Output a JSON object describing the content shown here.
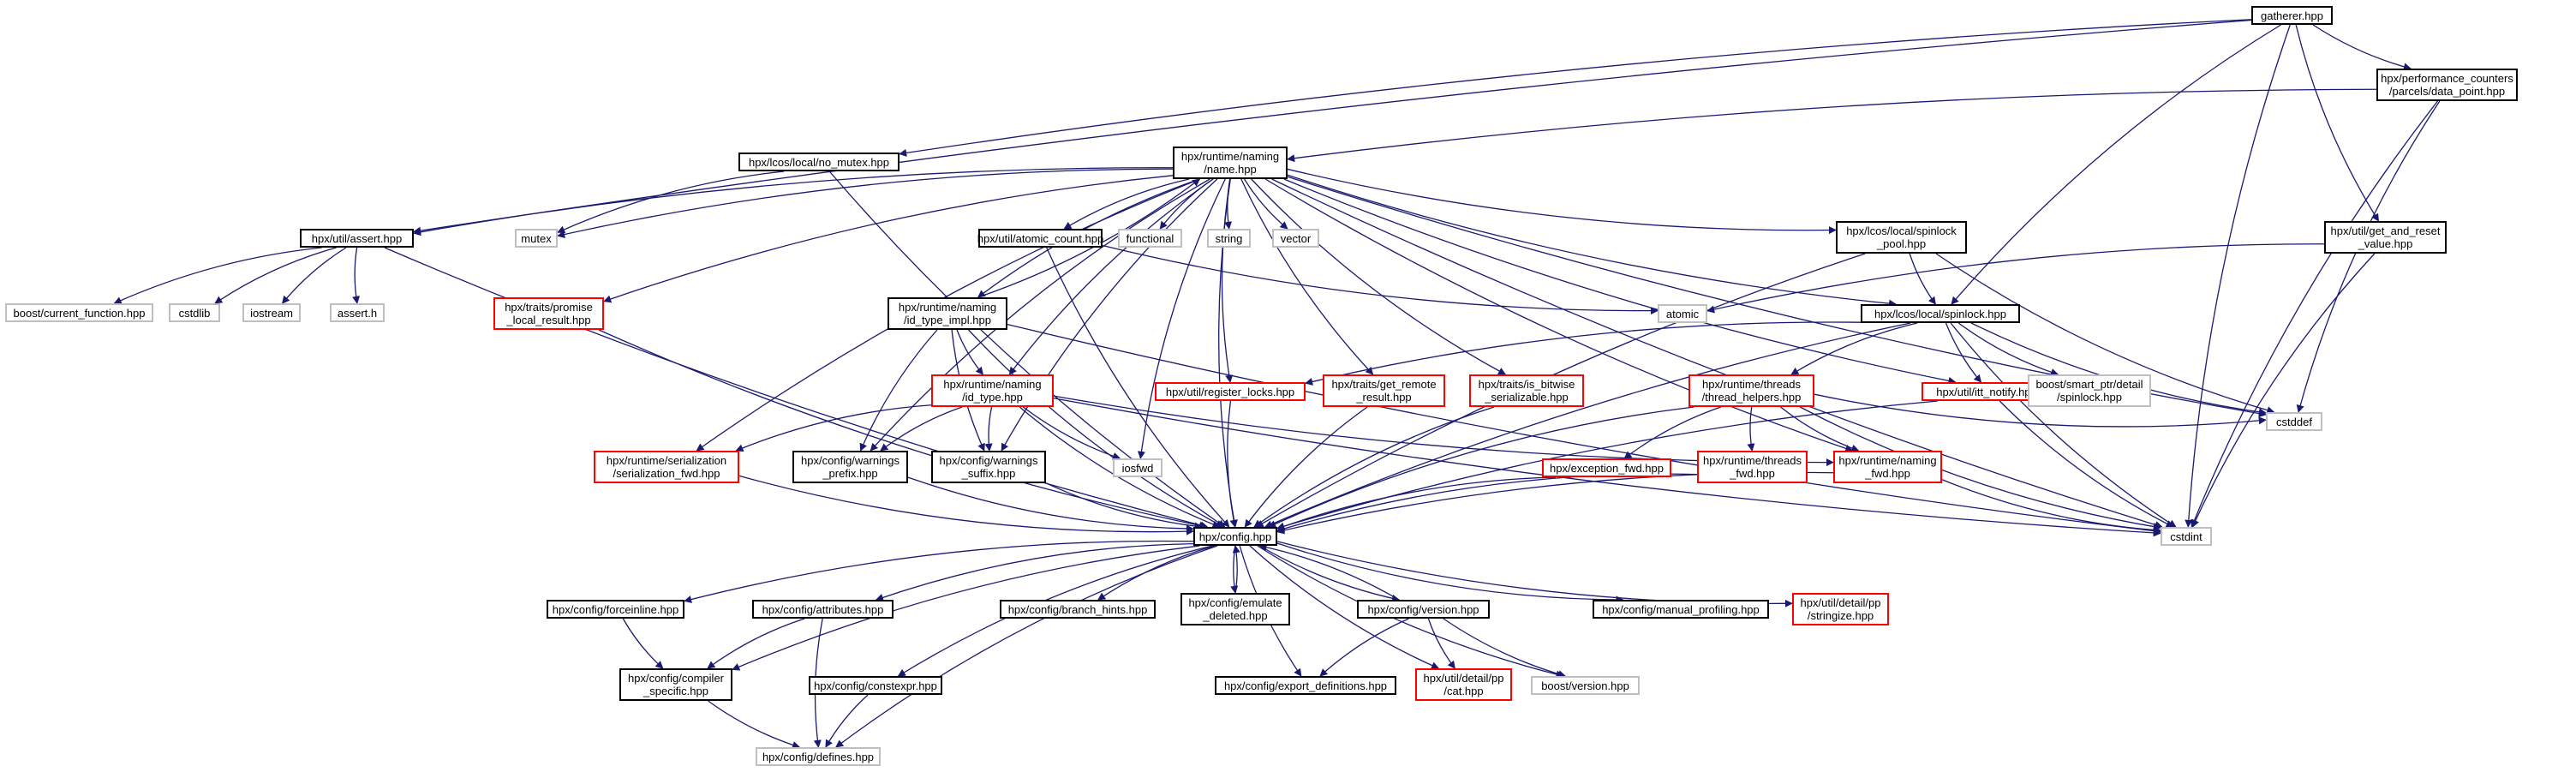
{
  "graph": {
    "edge_color": "#191970",
    "node_styles": {
      "root": {
        "fill": "#bfbfbf",
        "border": "#404040"
      },
      "documented": {
        "border": "#000000"
      },
      "undocumented": {
        "border": "#ff0000"
      },
      "external": {
        "border": "#bfbfbf"
      }
    },
    "nodes": [
      {
        "id": "gatherer",
        "label": "gatherer.hpp",
        "style": "root"
      },
      {
        "id": "data_point",
        "label": "hpx/performance_counters\n/parcels/data_point.hpp",
        "style": "documented"
      },
      {
        "id": "no_mutex",
        "label": "hpx/lcos/local/no_mutex.hpp",
        "style": "documented"
      },
      {
        "id": "name",
        "label": "hpx/runtime/naming\n/name.hpp",
        "style": "documented"
      },
      {
        "id": "assert",
        "label": "hpx/util/assert.hpp",
        "style": "documented"
      },
      {
        "id": "mutex",
        "label": "mutex",
        "style": "external"
      },
      {
        "id": "atomic_count",
        "label": "hpx/util/atomic_count.hpp",
        "style": "documented"
      },
      {
        "id": "functional",
        "label": "functional",
        "style": "external"
      },
      {
        "id": "string",
        "label": "string",
        "style": "external"
      },
      {
        "id": "vector",
        "label": "vector",
        "style": "external"
      },
      {
        "id": "spinlock_pool",
        "label": "hpx/lcos/local/spinlock\n_pool.hpp",
        "style": "documented"
      },
      {
        "id": "get_and_reset",
        "label": "hpx/util/get_and_reset\n_value.hpp",
        "style": "documented"
      },
      {
        "id": "current_function",
        "label": "boost/current_function.hpp",
        "style": "external"
      },
      {
        "id": "cstdlib",
        "label": "cstdlib",
        "style": "external"
      },
      {
        "id": "iostream",
        "label": "iostream",
        "style": "external"
      },
      {
        "id": "assert_h",
        "label": "assert.h",
        "style": "external"
      },
      {
        "id": "promise_local",
        "label": "hpx/traits/promise\n_local_result.hpp",
        "style": "undocumented"
      },
      {
        "id": "id_type_impl",
        "label": "hpx/runtime/naming\n/id_type_impl.hpp",
        "style": "documented"
      },
      {
        "id": "atomic",
        "label": "atomic",
        "style": "external"
      },
      {
        "id": "spinlock",
        "label": "hpx/lcos/local/spinlock.hpp",
        "style": "documented"
      },
      {
        "id": "id_type",
        "label": "hpx/runtime/naming\n/id_type.hpp",
        "style": "undocumented"
      },
      {
        "id": "register_locks",
        "label": "hpx/util/register_locks.hpp",
        "style": "undocumented"
      },
      {
        "id": "get_remote",
        "label": "hpx/traits/get_remote\n_result.hpp",
        "style": "undocumented"
      },
      {
        "id": "is_bitwise",
        "label": "hpx/traits/is_bitwise\n_serializable.hpp",
        "style": "undocumented"
      },
      {
        "id": "thread_helpers",
        "label": "hpx/runtime/threads\n/thread_helpers.hpp",
        "style": "undocumented"
      },
      {
        "id": "itt_notify",
        "label": "hpx/util/itt_notify.hpp",
        "style": "undocumented"
      },
      {
        "id": "boost_spinlock",
        "label": "boost/smart_ptr/detail\n/spinlock.hpp",
        "style": "external"
      },
      {
        "id": "cstddef",
        "label": "cstddef",
        "style": "external"
      },
      {
        "id": "serialization_fwd",
        "label": "hpx/runtime/serialization\n/serialization_fwd.hpp",
        "style": "undocumented"
      },
      {
        "id": "warnings_prefix",
        "label": "hpx/config/warnings\n_prefix.hpp",
        "style": "documented"
      },
      {
        "id": "warnings_suffix",
        "label": "hpx/config/warnings\n_suffix.hpp",
        "style": "documented"
      },
      {
        "id": "iosfwd",
        "label": "iosfwd",
        "style": "external"
      },
      {
        "id": "exception_fwd",
        "label": "hpx/exception_fwd.hpp",
        "style": "undocumented"
      },
      {
        "id": "threads_fwd",
        "label": "hpx/runtime/threads\n_fwd.hpp",
        "style": "undocumented"
      },
      {
        "id": "naming_fwd",
        "label": "hpx/runtime/naming\n_fwd.hpp",
        "style": "undocumented"
      },
      {
        "id": "cstdint",
        "label": "cstdint",
        "style": "external"
      },
      {
        "id": "config",
        "label": "hpx/config.hpp",
        "style": "documented"
      },
      {
        "id": "forceinline",
        "label": "hpx/config/forceinline.hpp",
        "style": "documented"
      },
      {
        "id": "attributes",
        "label": "hpx/config/attributes.hpp",
        "style": "documented"
      },
      {
        "id": "branch_hints",
        "label": "hpx/config/branch_hints.hpp",
        "style": "documented"
      },
      {
        "id": "emulate_deleted",
        "label": "hpx/config/emulate\n_deleted.hpp",
        "style": "documented"
      },
      {
        "id": "version",
        "label": "hpx/config/version.hpp",
        "style": "documented"
      },
      {
        "id": "manual_profiling",
        "label": "hpx/config/manual_profiling.hpp",
        "style": "documented"
      },
      {
        "id": "stringize",
        "label": "hpx/util/detail/pp\n/stringize.hpp",
        "style": "undocumented"
      },
      {
        "id": "compiler_specific",
        "label": "hpx/config/compiler\n_specific.hpp",
        "style": "documented"
      },
      {
        "id": "constexpr",
        "label": "hpx/config/constexpr.hpp",
        "style": "documented"
      },
      {
        "id": "export_definitions",
        "label": "hpx/config/export_definitions.hpp",
        "style": "documented"
      },
      {
        "id": "cat",
        "label": "hpx/util/detail/pp\n/cat.hpp",
        "style": "undocumented"
      },
      {
        "id": "boost_version",
        "label": "boost/version.hpp",
        "style": "external"
      },
      {
        "id": "defines",
        "label": "hpx/config/defines.hpp",
        "style": "external"
      }
    ],
    "edges": [
      [
        "gatherer",
        "data_point"
      ],
      [
        "gatherer",
        "no_mutex"
      ],
      [
        "gatherer",
        "assert"
      ],
      [
        "gatherer",
        "spinlock"
      ],
      [
        "gatherer",
        "get_and_reset"
      ],
      [
        "gatherer",
        "cstdint"
      ],
      [
        "data_point",
        "name"
      ],
      [
        "data_point",
        "cstddef"
      ],
      [
        "data_point",
        "cstdint"
      ],
      [
        "no_mutex",
        "config"
      ],
      [
        "no_mutex",
        "mutex"
      ],
      [
        "name",
        "assert"
      ],
      [
        "name",
        "mutex"
      ],
      [
        "name",
        "atomic_count"
      ],
      [
        "name",
        "functional"
      ],
      [
        "name",
        "string"
      ],
      [
        "name",
        "vector"
      ],
      [
        "name",
        "spinlock_pool"
      ],
      [
        "name",
        "promise_local"
      ],
      [
        "name",
        "id_type_impl"
      ],
      [
        "name",
        "id_type"
      ],
      [
        "name",
        "register_locks"
      ],
      [
        "name",
        "get_remote"
      ],
      [
        "name",
        "is_bitwise"
      ],
      [
        "name",
        "itt_notify"
      ],
      [
        "name",
        "naming_fwd"
      ],
      [
        "name",
        "cstddef"
      ],
      [
        "name",
        "cstdint"
      ],
      [
        "name",
        "iosfwd"
      ],
      [
        "name",
        "serialization_fwd"
      ],
      [
        "name",
        "warnings_prefix"
      ],
      [
        "name",
        "warnings_suffix"
      ],
      [
        "name",
        "config"
      ],
      [
        "name",
        "spinlock"
      ],
      [
        "assert",
        "current_function"
      ],
      [
        "assert",
        "cstdlib"
      ],
      [
        "assert",
        "iostream"
      ],
      [
        "assert",
        "assert_h"
      ],
      [
        "assert",
        "config"
      ],
      [
        "atomic_count",
        "atomic"
      ],
      [
        "atomic_count",
        "config"
      ],
      [
        "spinlock_pool",
        "spinlock"
      ],
      [
        "spinlock_pool",
        "cstddef"
      ],
      [
        "spinlock_pool",
        "config"
      ],
      [
        "get_and_reset",
        "atomic"
      ],
      [
        "get_and_reset",
        "cstdint"
      ],
      [
        "promise_local",
        "config"
      ],
      [
        "id_type_impl",
        "name"
      ],
      [
        "id_type_impl",
        "id_type"
      ],
      [
        "id_type_impl",
        "warnings_prefix"
      ],
      [
        "id_type_impl",
        "warnings_suffix"
      ],
      [
        "id_type_impl",
        "config"
      ],
      [
        "id_type_impl",
        "cstdint"
      ],
      [
        "spinlock",
        "register_locks"
      ],
      [
        "spinlock",
        "thread_helpers"
      ],
      [
        "spinlock",
        "itt_notify"
      ],
      [
        "spinlock",
        "boost_spinlock"
      ],
      [
        "spinlock",
        "cstddef"
      ],
      [
        "spinlock",
        "cstdint"
      ],
      [
        "spinlock",
        "config"
      ],
      [
        "id_type",
        "serialization_fwd"
      ],
      [
        "id_type",
        "warnings_prefix"
      ],
      [
        "id_type",
        "warnings_suffix"
      ],
      [
        "id_type",
        "iosfwd"
      ],
      [
        "id_type",
        "naming_fwd"
      ],
      [
        "id_type",
        "config"
      ],
      [
        "id_type",
        "cstdint"
      ],
      [
        "register_locks",
        "config"
      ],
      [
        "get_remote",
        "config"
      ],
      [
        "is_bitwise",
        "config"
      ],
      [
        "thread_helpers",
        "exception_fwd"
      ],
      [
        "thread_helpers",
        "threads_fwd"
      ],
      [
        "thread_helpers",
        "naming_fwd"
      ],
      [
        "thread_helpers",
        "cstddef"
      ],
      [
        "thread_helpers",
        "cstdint"
      ],
      [
        "thread_helpers",
        "config"
      ],
      [
        "itt_notify",
        "cstdint"
      ],
      [
        "itt_notify",
        "config"
      ],
      [
        "serialization_fwd",
        "config"
      ],
      [
        "warnings_prefix",
        "config"
      ],
      [
        "warnings_suffix",
        "config"
      ],
      [
        "exception_fwd",
        "config"
      ],
      [
        "threads_fwd",
        "config"
      ],
      [
        "naming_fwd",
        "config"
      ],
      [
        "naming_fwd",
        "cstdint"
      ],
      [
        "config",
        "forceinline"
      ],
      [
        "config",
        "attributes"
      ],
      [
        "config",
        "branch_hints"
      ],
      [
        "config",
        "emulate_deleted"
      ],
      [
        "config",
        "version"
      ],
      [
        "config",
        "manual_profiling"
      ],
      [
        "config",
        "stringize"
      ],
      [
        "config",
        "compiler_specific"
      ],
      [
        "config",
        "constexpr"
      ],
      [
        "config",
        "export_definitions"
      ],
      [
        "config",
        "cat"
      ],
      [
        "config",
        "boost_version"
      ],
      [
        "config",
        "defines"
      ],
      [
        "emulate_deleted",
        "config"
      ],
      [
        "version",
        "config"
      ],
      [
        "version",
        "export_definitions"
      ],
      [
        "version",
        "cat"
      ],
      [
        "version",
        "boost_version"
      ],
      [
        "forceinline",
        "compiler_specific"
      ],
      [
        "attributes",
        "compiler_specific"
      ],
      [
        "attributes",
        "defines"
      ],
      [
        "compiler_specific",
        "defines"
      ],
      [
        "constexpr",
        "defines"
      ]
    ]
  }
}
